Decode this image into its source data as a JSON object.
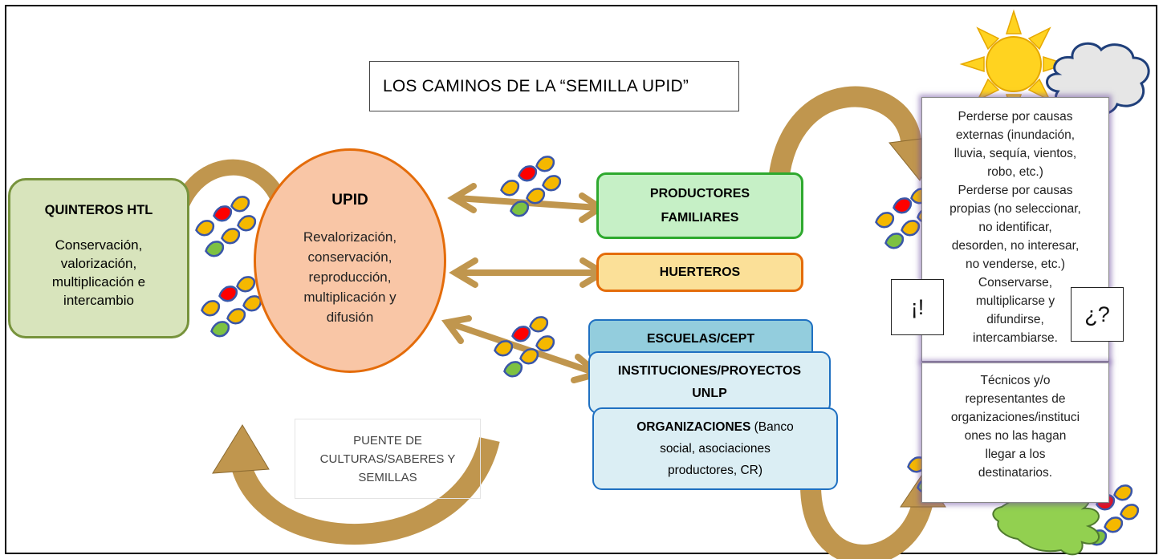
{
  "title": "LOS CAMINOS DE LA “SEMILLA UPID”",
  "quinteros": {
    "heading": "QUINTEROS HTL",
    "lines": [
      "Conservación,",
      "valorización,",
      "multiplicación e",
      "intercambio"
    ]
  },
  "upid": {
    "heading": "UPID",
    "lines": [
      "Revalorización,",
      "conservación,",
      "reproducción,",
      "multiplicación y",
      "difusión"
    ]
  },
  "destinations": {
    "productores": [
      "PRODUCTORES",
      "FAMILIARES"
    ],
    "huerteros": "HUERTEROS",
    "escuelas": "ESCUELAS/CEPT",
    "instituciones": [
      "INSTITUCIONES/PROYECTOS",
      "UNLP"
    ],
    "organizaciones": {
      "bold": "ORGANIZACIONES",
      "rest_first": " (Banco",
      "lines": [
        "social, asociaciones",
        "productores, CR)"
      ]
    }
  },
  "puente": [
    "PUENTE DE",
    "CULTURAS/SABERES Y",
    "SEMILLAS"
  ],
  "outcomes": {
    "box1": [
      "Perderse por causas",
      "externas (inundación,",
      "lluvia, sequía, vientos,",
      "robo, etc.)",
      "Perderse por causas",
      "propias (no seleccionar,",
      "no identificar,",
      "desorden, no interesar,",
      "no venderse, etc.)",
      "Conservarse,",
      "multiplicarse y",
      "difundirse,",
      "intercambiarse."
    ],
    "box2": [
      "Técnicos y/o",
      "representantes de",
      "organizaciones/instituci",
      "ones no las hagan",
      "llegar a los",
      "destinatarios."
    ]
  },
  "signs": {
    "exclaim": "¡!",
    "question": "¿?"
  },
  "colors": {
    "arrow": "#c0964e",
    "seed_red": "#ff0000",
    "seed_yellow": "#f5b800",
    "seed_green": "#7dc142",
    "seed_outline": "#3a56a8",
    "sun": "#ffd320",
    "cloud": "#e8e8e8",
    "hand": "#92d050"
  }
}
